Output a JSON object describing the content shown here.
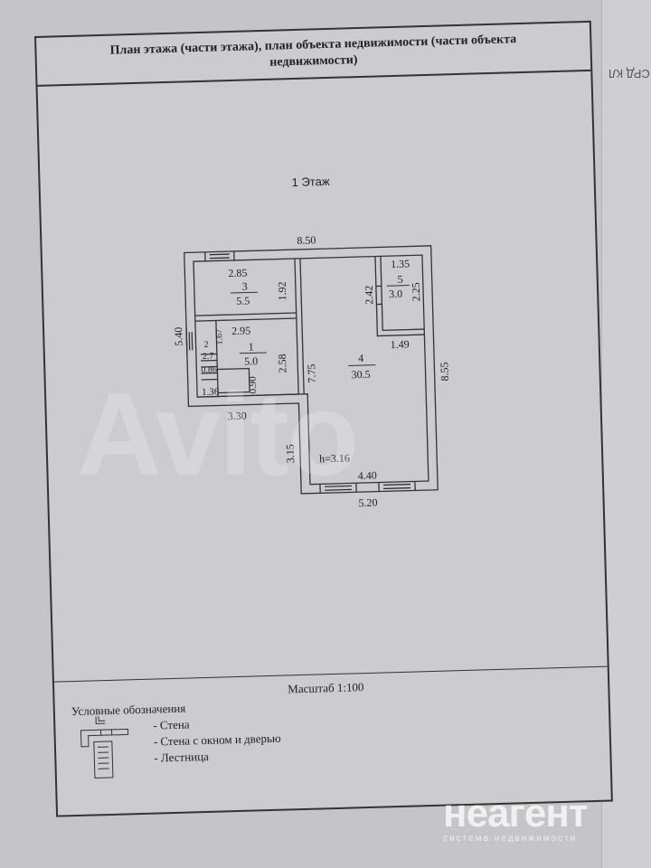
{
  "document": {
    "title": "План этажа (части этажа), план объекта недвижимости (части объекта недвижимости)",
    "floor": "1 Этаж",
    "scale": "Масштаб 1:100",
    "right_page_header": "СРД КЛ"
  },
  "plan": {
    "dimensions": {
      "top_total": "8.50",
      "left_total": "5.40",
      "right_total": "8.55",
      "bottom_left": "3.30",
      "step_height": "3.15",
      "bottom_outer": "5.20",
      "bottom_inner": "4.40",
      "room4_height": "7.75",
      "ceiling_height": "h=3.16"
    },
    "rooms": [
      {
        "number": "1",
        "area": "5.0",
        "width": "2.95",
        "length": "2.58"
      },
      {
        "number": "2",
        "area": "2.7",
        "width": "1.67",
        "extra": [
          "0.86",
          "1.36",
          "0.90"
        ]
      },
      {
        "number": "3",
        "area": "5.5",
        "width": "2.85",
        "length": "1.92"
      },
      {
        "number": "4",
        "area": "30.5"
      },
      {
        "number": "5",
        "area": "3.0",
        "width": "1.35",
        "length": "2.25",
        "outer_h": "2.42",
        "outer_w": "1.49"
      }
    ]
  },
  "legend": {
    "title": "Условные обозначения",
    "items": [
      "- Стена",
      "- Стена с окном и дверью",
      "- Лестница"
    ]
  },
  "watermarks": {
    "avito": "Avito",
    "neagent": "неагент",
    "neagent_sub": "система недвижимости"
  }
}
